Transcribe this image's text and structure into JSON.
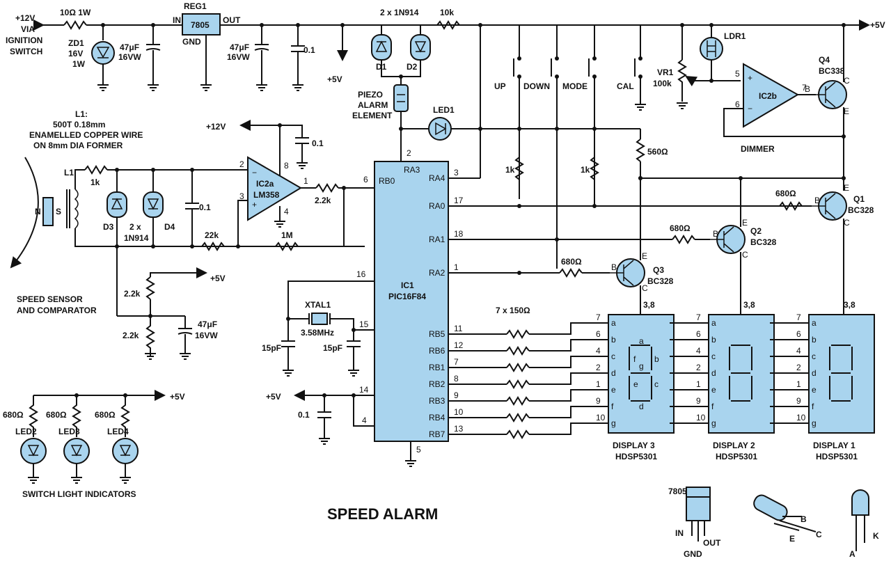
{
  "title": "SPEED ALARM",
  "power": {
    "supply_label": "+12V",
    "supply_via": "VIA",
    "supply_ignition": "IGNITION",
    "supply_switch": "SWITCH",
    "r_in": "10Ω 1W",
    "zd1": [
      "ZD1",
      "16V",
      "1W"
    ],
    "c_in": [
      "47μF",
      "16VW"
    ],
    "reg_name": "REG1",
    "reg_part": "7805",
    "reg_in": "IN",
    "reg_out": "OUT",
    "reg_gnd": "GND",
    "c_out": [
      "47μF",
      "16VW"
    ],
    "c_out2": "0.1",
    "plus5": "+5V",
    "plus5_right": "+5V"
  },
  "alarm": {
    "diodes": "2 x 1N914",
    "d1": "D1",
    "d2": "D2",
    "r10k": "10k",
    "piezo": [
      "PIEZO",
      "ALARM",
      "ELEMENT"
    ],
    "led1": "LED1"
  },
  "switches": [
    "UP",
    "DOWN",
    "MODE",
    "CAL"
  ],
  "pullups": [
    "1k",
    "1k",
    "560Ω"
  ],
  "dimmer": {
    "ldr": "LDR1",
    "vr": [
      "VR1",
      "100k"
    ],
    "ic": "IC2b",
    "label": "DIMMER",
    "q4": [
      "Q4",
      "BC338"
    ],
    "pin5": "5",
    "pin6": "6",
    "pin7": "7"
  },
  "sensor": {
    "coil": [
      "L1:",
      "500T 0.18mm",
      "ENAMELLED COPPER WIRE",
      "ON 8mm DIA FORMER"
    ],
    "l1": "L1",
    "r1k": "1k",
    "d3": "D3",
    "d4": "D4",
    "diodes": [
      "2 x",
      "1N914"
    ],
    "c01": "0.1",
    "r22k": "22k",
    "r1m": "1M",
    "r22k_a": "2.2k",
    "r22k_b": "2.2k",
    "r22k_c": "2.2k",
    "c47": [
      "47μF",
      "16VW"
    ],
    "caption": [
      "SPEED SENSOR",
      "AND COMPARATOR"
    ],
    "ic2a": [
      "IC2a",
      "LM358"
    ],
    "plus12": "+12V",
    "c_dec": "0.1",
    "pins": [
      "2",
      "3",
      "8",
      "4",
      "1"
    ],
    "plus5": "+5V"
  },
  "mcu": {
    "name": "IC1",
    "part": "PIC16F84",
    "pins_left": [
      {
        "num": "6",
        "name": "RB0"
      },
      {
        "num": "16",
        "name": ""
      },
      {
        "num": "15",
        "name": ""
      },
      {
        "num": "14",
        "name": ""
      },
      {
        "num": "4",
        "name": ""
      }
    ],
    "top_pin": {
      "num": "2",
      "name": "RA3"
    },
    "bottom_pin": "5",
    "pins_right": [
      {
        "num": "3",
        "name": "RA4"
      },
      {
        "num": "17",
        "name": "RA0"
      },
      {
        "num": "18",
        "name": "RA1"
      },
      {
        "num": "1",
        "name": "RA2"
      },
      {
        "num": "11",
        "name": "RB5"
      },
      {
        "num": "12",
        "name": "RB6"
      },
      {
        "num": "7",
        "name": "RB1"
      },
      {
        "num": "8",
        "name": "RB2"
      },
      {
        "num": "9",
        "name": "RB3"
      },
      {
        "num": "10",
        "name": "RB4"
      },
      {
        "num": "13",
        "name": "RB7"
      }
    ],
    "xtal": [
      "XTAL1",
      "3.58MHz"
    ],
    "c15a": "15pF",
    "c15b": "15pF",
    "plus5": "+5V",
    "c01": "0.1"
  },
  "drivers": {
    "res_array": "7 x 150Ω",
    "r680": [
      "680Ω",
      "680Ω",
      "680Ω"
    ],
    "q1": [
      "Q1",
      "BC328"
    ],
    "q2": [
      "Q2",
      "BC328"
    ],
    "q3": [
      "Q3",
      "BC328"
    ],
    "e": "E",
    "b": "B",
    "c": "C"
  },
  "displays": [
    {
      "name": "DISPLAY 3",
      "part": "HDSP5301",
      "common": "3,8"
    },
    {
      "name": "DISPLAY 2",
      "part": "HDSP5301",
      "common": "3,8"
    },
    {
      "name": "DISPLAY 1",
      "part": "HDSP5301",
      "common": "3,8"
    }
  ],
  "seg_letters": [
    "a",
    "b",
    "c",
    "d",
    "e",
    "f",
    "g"
  ],
  "seg_pins": [
    "7",
    "6",
    "4",
    "2",
    "1",
    "9",
    "10"
  ],
  "seg_glyph": [
    "a",
    "f",
    "g",
    "b",
    "e",
    "c",
    "d"
  ],
  "indicators": {
    "plus5": "+5V",
    "r680": [
      "680Ω",
      "680Ω",
      "680Ω"
    ],
    "leds": [
      "LED2",
      "LED3",
      "LED4"
    ],
    "caption": "SWITCH LIGHT INDICATORS"
  },
  "pinouts": {
    "reg": "7805",
    "reg_in": "IN",
    "reg_gnd": "GND",
    "reg_out": "OUT",
    "tr_b": "B",
    "tr_e": "E",
    "tr_c": "C",
    "led_a": "A",
    "led_k": "K"
  }
}
